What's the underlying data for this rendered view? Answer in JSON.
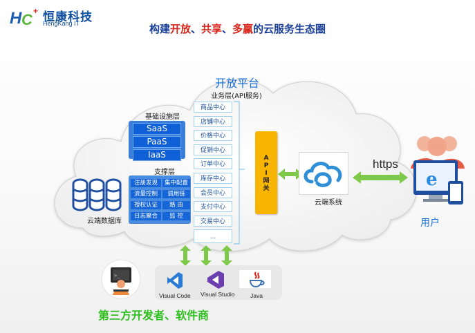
{
  "header": {
    "logo_mark": "HC",
    "company_cn": "恒康科技",
    "company_en": "HengKang IT"
  },
  "title": {
    "part1": "构建",
    "kw1": "开放",
    "sep1": "、",
    "kw2": "共享",
    "sep2": "、",
    "kw3": "多赢",
    "part2": "的云服务生态圈"
  },
  "platform": {
    "title": "开放平台",
    "business_layer": "业务层(API服务)",
    "services": [
      "商品中心",
      "店铺中心",
      "价格中心",
      "促销中心",
      "订单中心",
      "库存中心",
      "会员中心",
      "支付中心",
      "交易中心",
      "..."
    ]
  },
  "infrastructure": {
    "label": "基础设施层",
    "items": [
      "SaaS",
      "PaaS",
      "IaaS"
    ]
  },
  "support": {
    "label": "支撑层",
    "items": [
      "注册发现",
      "集中配置",
      "流量控制",
      "调用链",
      "授权认证",
      "路 由",
      "日志聚合",
      "监 控"
    ]
  },
  "database": {
    "label": "云端数据库"
  },
  "api_gateway": {
    "text": "A\nP\nI\n网\n关"
  },
  "cloud_system": {
    "label": "云端系统"
  },
  "connection": {
    "protocol": "https"
  },
  "user": {
    "label": "用户"
  },
  "tools": {
    "vscode": "Visual Code",
    "vs": "Visual Studio",
    "java": "Java"
  },
  "developers": {
    "title": "第三方开发者、软件商"
  },
  "colors": {
    "accent_blue": "#1a6fd6",
    "highlight_red": "#d8261c",
    "green_arrow": "#7ec84a",
    "api_yellow": "#f8b500",
    "dev_green": "#2fbf1f"
  }
}
